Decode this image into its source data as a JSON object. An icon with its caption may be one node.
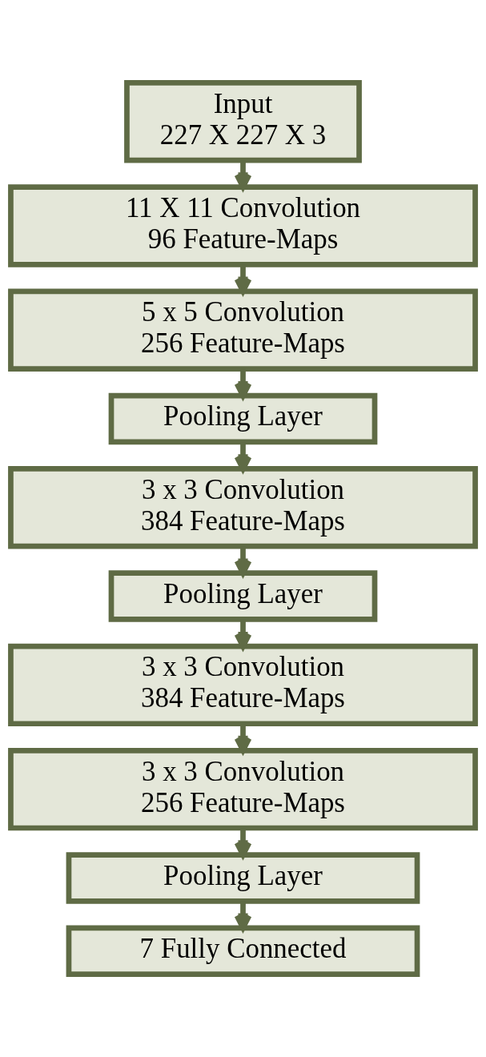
{
  "diagram": {
    "nodes": [
      {
        "text": [
          "Input",
          "227 X 227 X 3"
        ]
      },
      {
        "text": [
          "11 X 11 Convolution",
          "96 Feature-Maps"
        ]
      },
      {
        "text": [
          "5 x 5 Convolution",
          "256 Feature-Maps"
        ]
      },
      {
        "text": [
          "Pooling Layer"
        ]
      },
      {
        "text": [
          "3 x 3 Convolution",
          "384 Feature-Maps"
        ]
      },
      {
        "text": [
          "Pooling Layer"
        ]
      },
      {
        "text": [
          "3 x 3 Convolution",
          "384 Feature-Maps"
        ]
      },
      {
        "text": [
          "3 x 3 Convolution",
          "256 Feature-Maps"
        ]
      },
      {
        "text": [
          "Pooling Layer"
        ]
      },
      {
        "text": [
          "7 Fully Connected"
        ]
      }
    ],
    "edges": [
      {
        "from": 0,
        "to": 1,
        "arrow": "to"
      },
      {
        "from": 1,
        "to": 2,
        "arrow": "to"
      },
      {
        "from": 2,
        "to": 3,
        "arrow": "to"
      },
      {
        "from": 3,
        "to": 4,
        "arrow": "to"
      },
      {
        "from": 4,
        "to": 5,
        "arrow": "to"
      },
      {
        "from": 5,
        "to": 6,
        "arrow": "to"
      },
      {
        "from": 6,
        "to": 7,
        "arrow": "to"
      },
      {
        "from": 7,
        "to": 8,
        "arrow": "to"
      },
      {
        "from": 8,
        "to": 9,
        "arrow": "to"
      }
    ]
  }
}
